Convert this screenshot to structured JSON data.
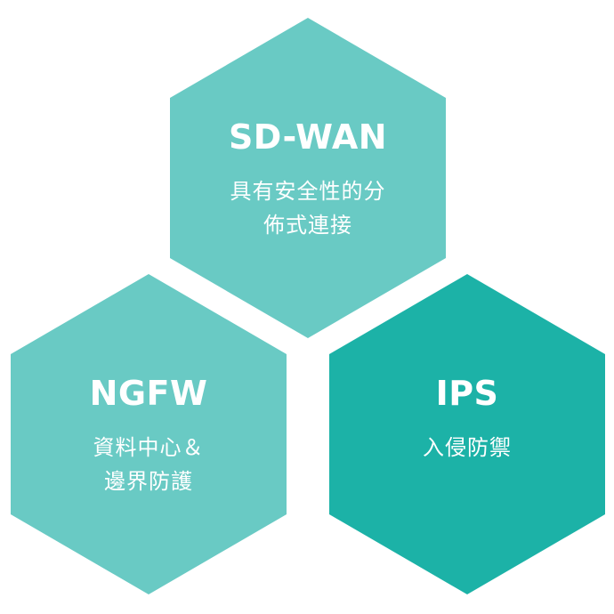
{
  "hexagons": {
    "sdwan": {
      "title": "SD-WAN",
      "desc_lines": [
        "具有安全性的分",
        "佈式連接"
      ],
      "color": "#69cac4"
    },
    "ngfw": {
      "title": "NGFW",
      "desc_lines": [
        "資料中心＆",
        "邊界防護"
      ],
      "color": "#69cac4"
    },
    "ips": {
      "title": "IPS",
      "desc_lines": [
        "入侵防禦"
      ],
      "color": "#1cb2a7"
    }
  }
}
